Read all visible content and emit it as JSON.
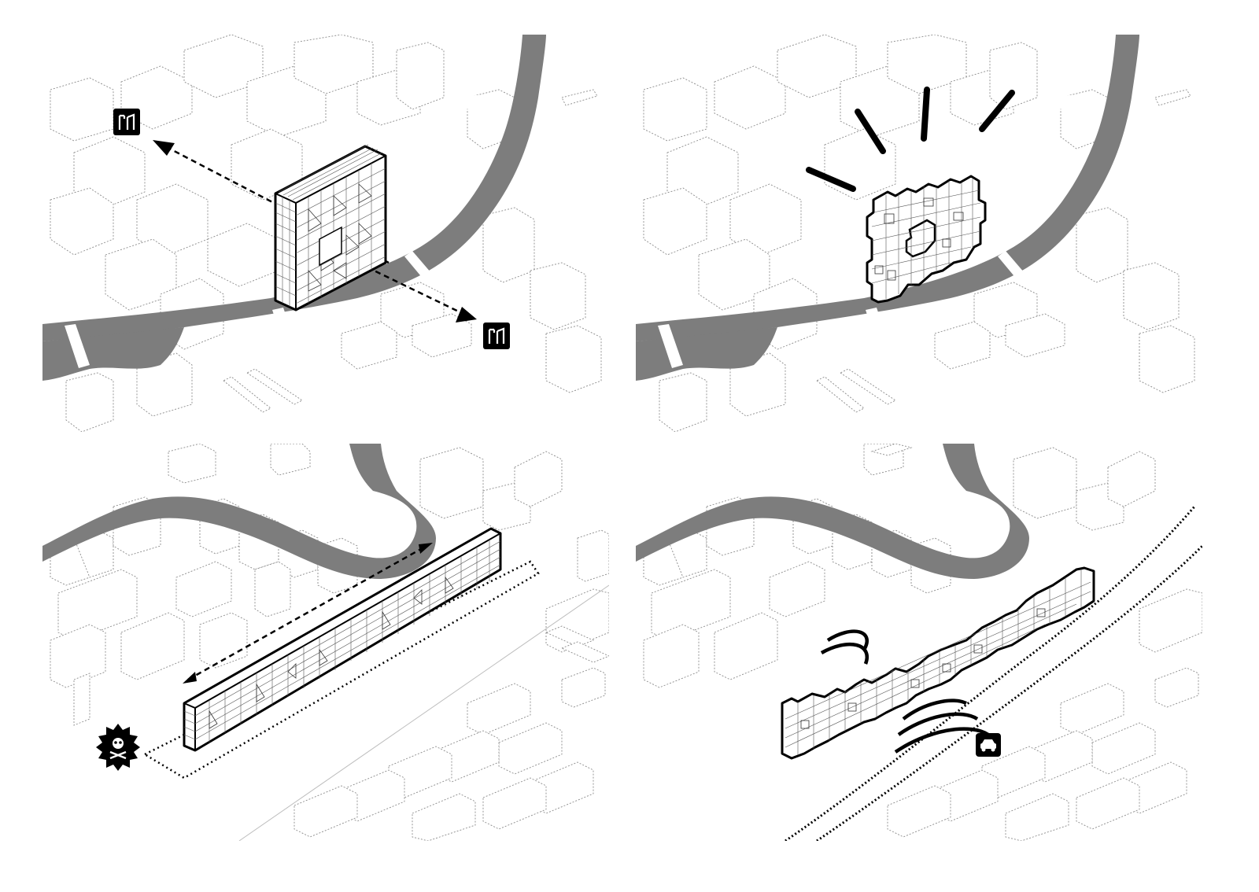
{
  "panels": [
    {
      "id": "top-left",
      "view": "block-building-with-view-axis",
      "icons": [
        "viewpoint-icon",
        "viewpoint-icon"
      ]
    },
    {
      "id": "top-right",
      "view": "porous-building-with-emphasis-rays",
      "icons": []
    },
    {
      "id": "bottom-left",
      "view": "linear-building-with-site-boundary",
      "icons": [
        "hazard-icon"
      ]
    },
    {
      "id": "bottom-right",
      "view": "linear-building-with-noise-waves",
      "icons": [
        "car-icon"
      ]
    }
  ],
  "colors": {
    "river": "#7d7d7d",
    "outline": "#000000",
    "context": "#8a8a8a",
    "background": "#ffffff"
  }
}
